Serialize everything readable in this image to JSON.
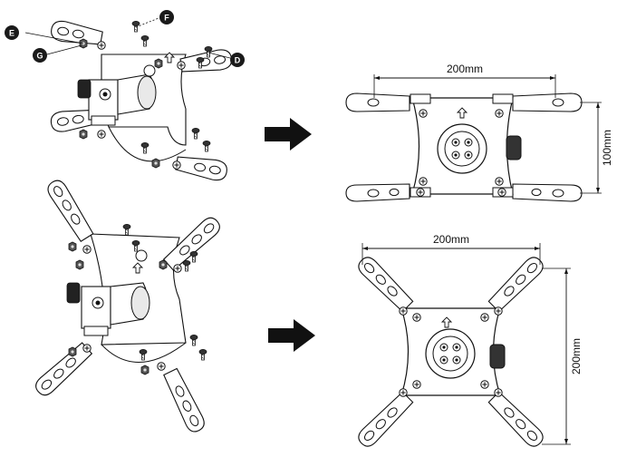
{
  "callouts": {
    "e": "E",
    "f": "F",
    "g": "G",
    "d": "D"
  },
  "dimensions": {
    "top_width": "200mm",
    "top_height": "100mm",
    "bottom_width": "200mm",
    "bottom_height": "200mm"
  },
  "colors": {
    "line": "#111111",
    "part_fill": "#e9e9e9",
    "callout_fill": "#1a1a1a",
    "arrow_fill": "#111111"
  },
  "icons": {
    "arrow": "right-arrow-icon",
    "knob": "adjustment-knob-icon",
    "up": "up-arrow-marker-icon"
  }
}
